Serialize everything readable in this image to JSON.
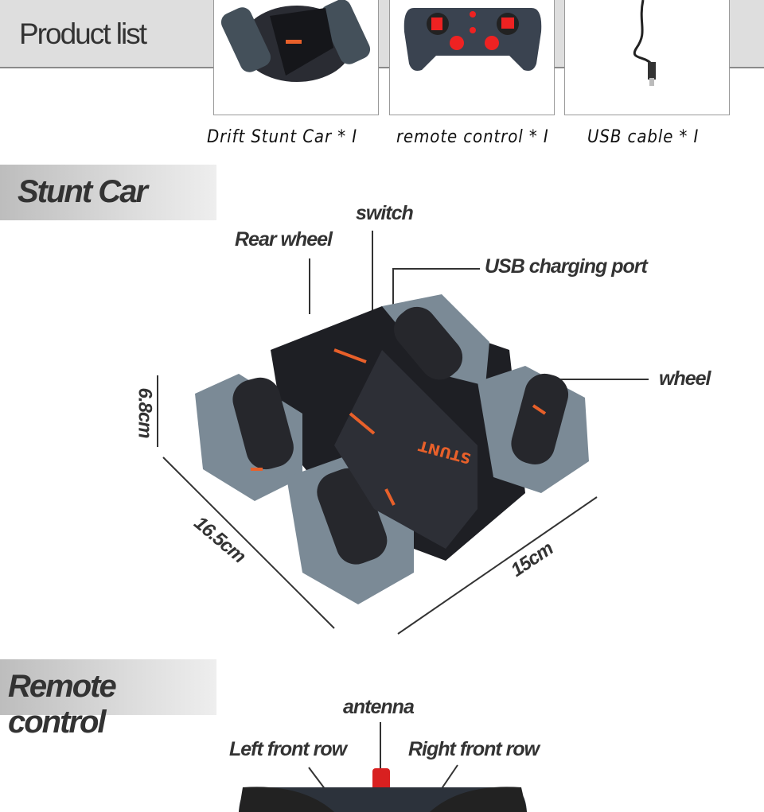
{
  "product_list": {
    "title": "Product list",
    "items": [
      {
        "caption": "Drift Stunt Car * I",
        "image": "stunt-car"
      },
      {
        "caption": "remote control * I",
        "image": "remote-control"
      },
      {
        "caption": "USB cable * I",
        "image": "usb-cable"
      }
    ]
  },
  "stunt_car": {
    "title": "Stunt Car",
    "labels": {
      "switch": "switch",
      "rear_wheel": "Rear wheel",
      "usb_port": "USB charging port",
      "wheel": "wheel"
    },
    "car_text": "STUNT",
    "dimensions": {
      "height": "6.8cm",
      "length": "16.5cm",
      "width": "15cm"
    }
  },
  "remote_control": {
    "title": "Remote control",
    "labels": {
      "antenna": "antenna",
      "left": "Left front row",
      "right": "Right front row"
    }
  },
  "colors": {
    "accent": "#e8602a",
    "body": "#1e1f24",
    "wheel": "#7b8a96",
    "banner": "#d0d0d0"
  }
}
